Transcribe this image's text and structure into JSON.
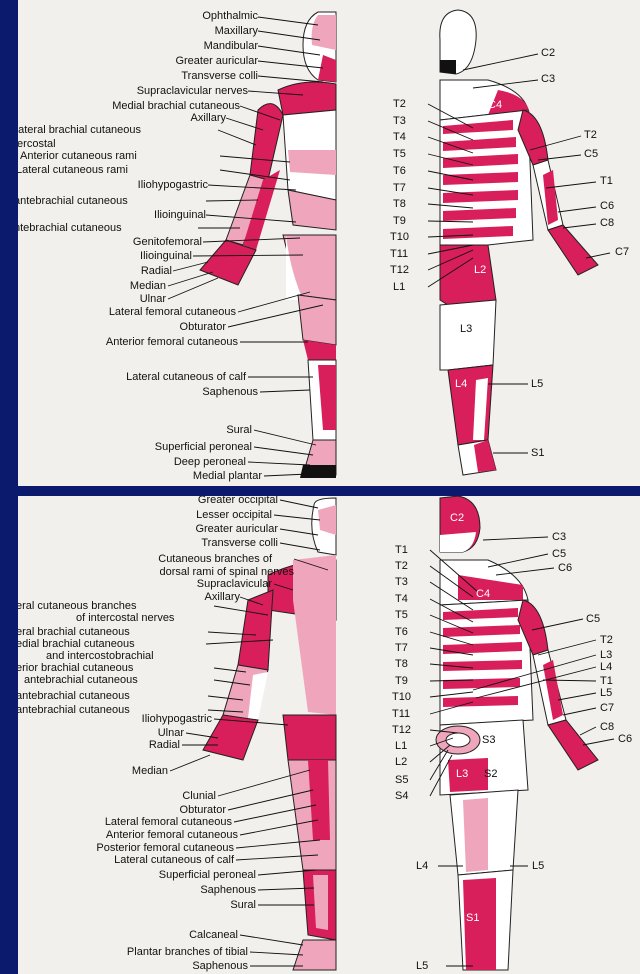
{
  "colors": {
    "background": "#0c1a6e",
    "paper": "#f2f0ec",
    "dermatome_dark": "#d81e5b",
    "dermatome_light": "#efa6bd",
    "skin_white": "#ffffff"
  },
  "top_panel": {
    "left_labels": [
      "Ophthalmic",
      "Maxillary",
      "Mandibular",
      "Greater auricular",
      "Transverse colli",
      "Supraclavicular nerves",
      "Medial brachial cutaneous",
      "Axillary",
      "Lateral brachial cutaneous",
      "tercostal",
      "Anterior cutaneous rami",
      "Lateral cutaneous rami",
      "Iliohypogastric",
      "antebrachial cutaneous",
      "Ilioinguinal",
      "ntebrachial cutaneous",
      "Genitofemoral",
      "Ilioinguinal",
      "Radial",
      "Median",
      "Ulnar",
      "Lateral femoral cutaneous",
      "Obturator",
      "Anterior femoral cutaneous",
      "Lateral cutaneous of calf",
      "Saphenous",
      "Sural",
      "Superficial peroneal",
      "Deep peroneal",
      "Medial plantar"
    ],
    "right_labels_left": [
      "T2",
      "T3",
      "T4",
      "T5",
      "T6",
      "T7",
      "T8",
      "T9",
      "T10",
      "T11",
      "T12",
      "L1"
    ],
    "right_labels_right": [
      "C2",
      "C3",
      "T2",
      "C5",
      "T1",
      "C6",
      "C8",
      "C7",
      "L5",
      "S1"
    ],
    "inner_labels": [
      "C4",
      "L2",
      "L3",
      "L4"
    ]
  },
  "bottom_panel": {
    "left_labels": [
      "Greater occipital",
      "Lesser occipital",
      "Greater auricular",
      "Transverse colli",
      "Cutaneous branches of",
      "dorsal rami of spinal nerves",
      "Supraclavicular",
      "Axillary",
      "eral cutaneous branches",
      "of intercostal nerves",
      "eral brachial cutaneous",
      "edial brachial cutaneous",
      "and intercostobrachial",
      "erior brachial cutaneous",
      "antebrachial cutaneous",
      "antebrachial cutaneous",
      "antebrachial cutaneous",
      "Iliohypogastric",
      "Ulnar",
      "Radial",
      "Median",
      "Clunial",
      "Obturator",
      "Lateral femoral cutaneous",
      "Anterior femoral cutaneous",
      "Posterior femoral cutaneous",
      "Lateral cutaneous of calf",
      "Superficial peroneal",
      "Saphenous",
      "Sural",
      "Calcaneal",
      "Plantar branches of tibial",
      "Saphenous"
    ],
    "right_labels_left": [
      "T1",
      "T2",
      "T3",
      "T4",
      "T5",
      "T6",
      "T7",
      "T8",
      "T9",
      "T10",
      "T11",
      "T12",
      "L1",
      "L2",
      "S5",
      "S4",
      "L4",
      "L5"
    ],
    "right_labels_right": [
      "C3",
      "C5",
      "C6",
      "C5",
      "T2",
      "L3",
      "L4",
      "T1",
      "L5",
      "C7",
      "C8",
      "C6",
      "L5"
    ],
    "inner_labels": [
      "C2",
      "C4",
      "S3",
      "L3",
      "S2",
      "S1"
    ]
  }
}
